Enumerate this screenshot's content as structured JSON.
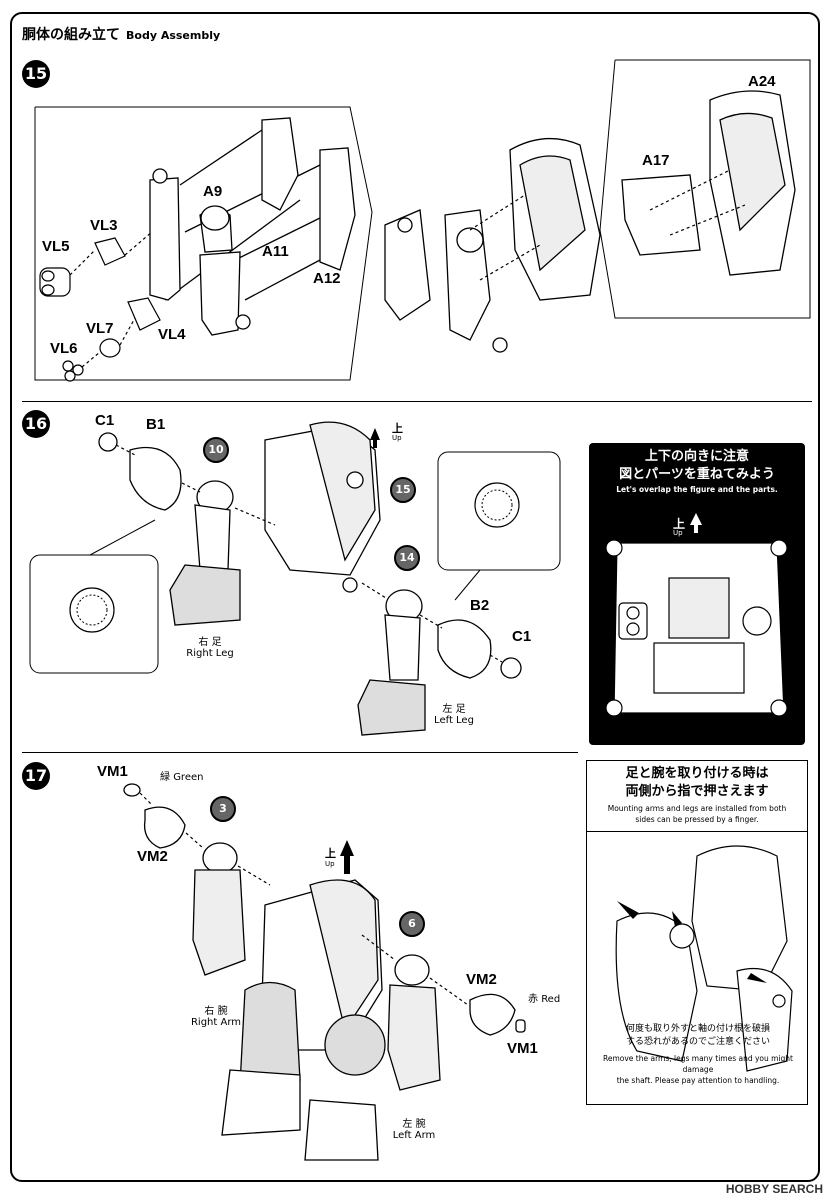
{
  "header": {
    "title_jp": "胴体の組み立て",
    "title_en": "Body Assembly"
  },
  "steps": {
    "s15": {
      "num": "15",
      "parts": [
        "VL5",
        "VL3",
        "A9",
        "A11",
        "A12",
        "VL7",
        "VL4",
        "VL6",
        "A17",
        "A24"
      ]
    },
    "s16": {
      "num": "16",
      "subs": [
        "10",
        "15",
        "14"
      ],
      "parts": {
        "c1_top": "C1",
        "b1": "B1",
        "b2": "B2",
        "c1_bottom": "C1"
      },
      "up_jp": "上",
      "up_en": "Up",
      "right_leg_jp": "右 足",
      "right_leg_en": "Right Leg",
      "left_leg_jp": "左 足",
      "left_leg_en": "Left Leg",
      "note": {
        "line1": "上下の向きに注意",
        "line2": "図とパーツを重ねてみよう",
        "en": "Let's overlap the figure and the parts.",
        "up_jp": "上",
        "up_en": "Up"
      }
    },
    "s17": {
      "num": "17",
      "subs": [
        "3",
        "6"
      ],
      "vm1_top": "VM1",
      "green_jp": "緑",
      "green_en": "Green",
      "vm2_top": "VM2",
      "vm2_bottom": "VM2",
      "red_jp": "赤",
      "red_en": "Red",
      "vm1_bottom": "VM1",
      "up_jp": "上",
      "up_en": "Up",
      "right_arm_jp": "右 腕",
      "right_arm_en": "Right Arm",
      "left_arm_jp": "左 腕",
      "left_arm_en": "Left Arm",
      "note": {
        "line1": "足と腕を取り付ける時は",
        "line2": "両側から指で押さえます",
        "en1": "Mounting arms and legs are installed from both",
        "en2": "sides can be pressed by a finger.",
        "warn_jp1": "何度も取り外すと軸の付け根を破損",
        "warn_jp2": "する恐れがあるのでご注意ください",
        "warn_en1": "Remove the arms, legs many times and you might damage",
        "warn_en2": "the shaft. Please pay attention to handling."
      }
    }
  },
  "footer": {
    "logo": "HOBBY SEARCH"
  }
}
